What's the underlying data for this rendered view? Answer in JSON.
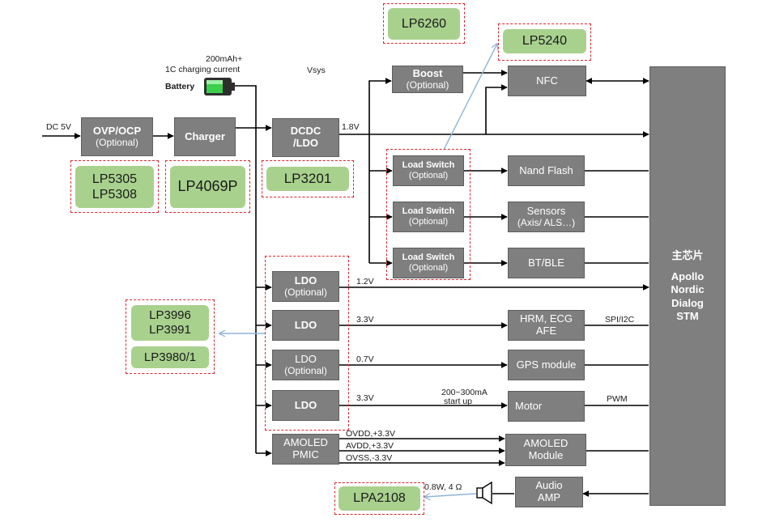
{
  "inputs": {
    "dc5v": "DC 5V",
    "capacity": "200mAh+",
    "charging_current": "1C charging current",
    "battery": "Battery",
    "vsys": "Vsys"
  },
  "blocks": {
    "ovp": {
      "title": "OVP/OCP",
      "sub": "(Optional)"
    },
    "charger": {
      "title": "Charger"
    },
    "dcdc": {
      "line1": "DCDC",
      "line2": "/LDO"
    },
    "boost": {
      "title": "Boost",
      "sub": "(Optional)"
    },
    "nfc": {
      "title": "NFC"
    },
    "ls1": {
      "title": "Load Switch",
      "sub": "(Optional)"
    },
    "ls2": {
      "title": "Load Switch",
      "sub": "(Optional)"
    },
    "ls3": {
      "title": "Load Switch",
      "sub": "(Optional)"
    },
    "nand": {
      "title": "Nand Flash"
    },
    "sensors": {
      "title": "Sensors",
      "sub": "(Axis/ ALS…)"
    },
    "btble": {
      "title": "BT/BLE"
    },
    "ldo1": {
      "title": "LDO",
      "sub": "(Optional)"
    },
    "ldo2": {
      "title": "LDO"
    },
    "ldo3": {
      "title": "LDO",
      "sub": "(Optional)"
    },
    "ldo4": {
      "title": "LDO"
    },
    "hrm": {
      "line1": "HRM, ECG",
      "line2": "AFE"
    },
    "gps": {
      "title": "GPS module"
    },
    "motor": {
      "title": "Motor"
    },
    "pmic": {
      "line1": "AMOLED",
      "line2": "PMIC"
    },
    "amoled": {
      "line1": "AMOLED",
      "line2": "Module"
    },
    "audio": {
      "line1": "Audio",
      "line2": "AMP"
    }
  },
  "mcu": {
    "title": "主芯片",
    "vendors": [
      "Apollo",
      "Nordic",
      "Dialog",
      "STM"
    ]
  },
  "rails": {
    "v18": "1.8V",
    "v12": "1.2V",
    "v33a": "3.3V",
    "v07": "0.7V",
    "v33b": "3.3V",
    "motor_current": "200~300mA",
    "start_up": "start up",
    "ovdd": "OVDD,+3.3V",
    "avdd": "AVDD,+3.3V",
    "ovss": "OVSS,-3.3V",
    "speaker": "0.8W, 4 Ω"
  },
  "buses": {
    "spi_i2c": "SPI/I2C",
    "pwm": "PWM"
  },
  "parts": {
    "lp6260": "LP6260",
    "lp5240": "LP5240",
    "lp5305": "LP5305",
    "lp5308": "LP5308",
    "lp4069p": "LP4069P",
    "lp3201": "LP3201",
    "lp3996": "LP3996",
    "lp3991": "LP3991",
    "lp3980": "LP3980/1",
    "lpa2108": "LPA2108"
  },
  "colors": {
    "block": "#7f7f7f",
    "chip": "#a9d18e",
    "dashed_group": "#e0262e",
    "wire": "#000000",
    "callout": "#8fb4d9"
  }
}
